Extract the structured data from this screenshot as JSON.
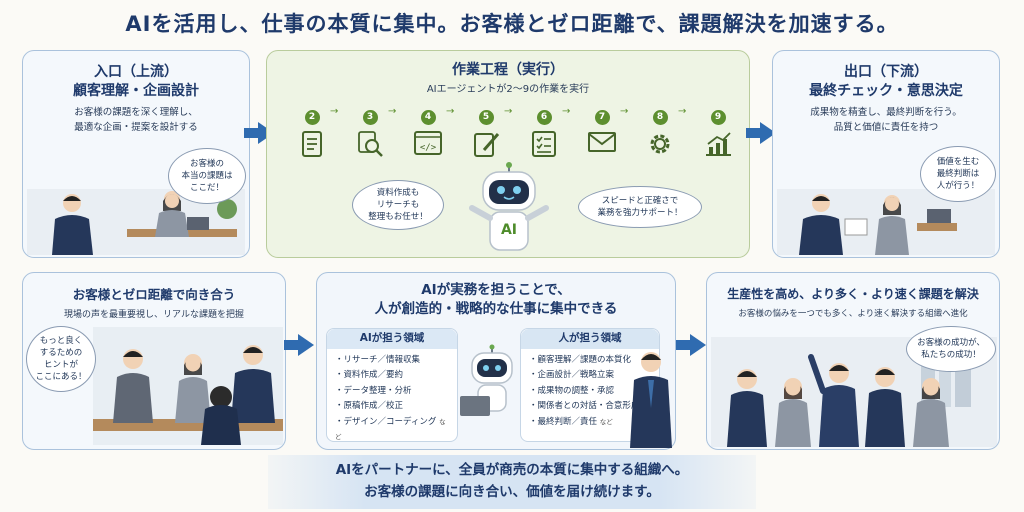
{
  "headline": "AIを活用し、仕事の本質に集中。お客様とゼロ距離で、課題解決を加速する。",
  "entry": {
    "title1": "入口（上流）",
    "title2": "顧客理解・企画設計",
    "desc1": "お客様の課題を深く理解し、",
    "desc2": "最適な企画・提案を設計する",
    "bubble": [
      "お客様の",
      "本当の課題は",
      "ここだ！"
    ]
  },
  "process": {
    "title": "作業工程（実行）",
    "subtitle": "AIエージェントが2〜9の作業を実行",
    "steps": [
      {
        "num": "2",
        "icon": "document-icon"
      },
      {
        "num": "3",
        "icon": "magnifier-icon"
      },
      {
        "num": "4",
        "icon": "code-icon"
      },
      {
        "num": "5",
        "icon": "edit-icon"
      },
      {
        "num": "6",
        "icon": "checklist-icon"
      },
      {
        "num": "7",
        "icon": "mail-icon"
      },
      {
        "num": "8",
        "icon": "gear-icon"
      },
      {
        "num": "9",
        "icon": "chart-icon"
      }
    ],
    "bubble_left": [
      "資料作成も",
      "リサーチも",
      "整理もお任せ！"
    ],
    "bubble_right": [
      "スピードと正確さで",
      "業務を強力サポート！"
    ],
    "robot_label": "AI"
  },
  "exit": {
    "title1": "出口（下流）",
    "title2": "最終チェック・意思決定",
    "desc1": "成果物を精査し、最終判断を行う。",
    "desc2": "品質と価値に責任を持つ",
    "bubble": [
      "価値を生む",
      "最終判断は",
      "人が行う！"
    ]
  },
  "zero": {
    "title": "お客様とゼロ距離で向き合う",
    "desc": "現場の声を最重要視し、リアルな課題を把握",
    "bubble": [
      "もっと良く",
      "するための",
      "ヒントが",
      "ここにある！"
    ]
  },
  "center": {
    "title1": "AIが実務を担うことで、",
    "title2": "人が創造的・戦略的な仕事に集中できる",
    "ai_head": "AIが担う領域",
    "ai_items": [
      "・リサーチ／情報収集",
      "・資料作成／要約",
      "・データ整理・分析",
      "・原稿作成／校正",
      "・デザイン／コーディング"
    ],
    "ai_more": "など",
    "human_head": "人が担う領域",
    "human_items": [
      "・顧客理解／課題の本質化",
      "・企画設計／戦略立案",
      "・成果物の調整・承認",
      "・関係者との対話・合意形成",
      "・最終判断／責任"
    ],
    "human_more": "など"
  },
  "growth": {
    "title": "生産性を高め、より多く・より速く課題を解決",
    "desc": "お客様の悩みを一つでも多く、より速く解決する組織へ進化",
    "bubble": [
      "お客様の成功が、",
      "私たちの成功！"
    ]
  },
  "footer": {
    "line1": "AIをパートナーに、全員が商売の本質に集中する組織へ。",
    "line2": "お客様の課題に向き合い、価値を届け続けます。"
  },
  "colors": {
    "accent": "#2f6bb0",
    "green": "#5d8f2f",
    "navy": "#1f3a6b"
  }
}
